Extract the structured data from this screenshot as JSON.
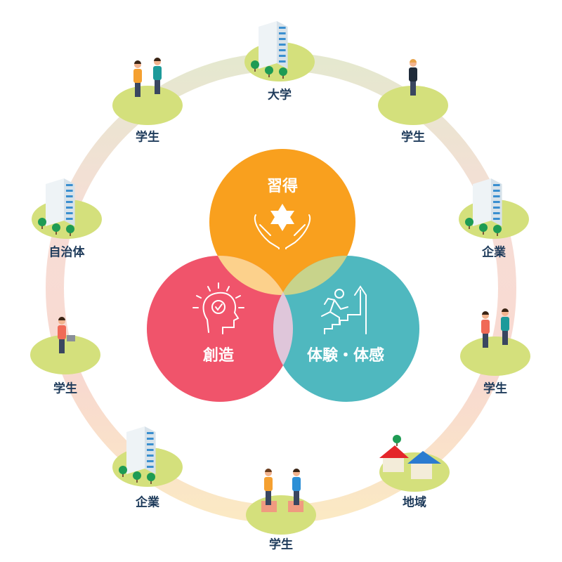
{
  "center": {
    "circles": [
      {
        "label": "習得",
        "color": "#f9a01e",
        "icon": "hands-star-icon"
      },
      {
        "label": "創造",
        "color": "#f0546b",
        "icon": "head-lightbulb-icon"
      },
      {
        "label": "体験・体感",
        "color": "#4fb8bf",
        "icon": "running-stairs-icon"
      }
    ]
  },
  "ring": {
    "nodes": [
      {
        "label": "大学",
        "icon": "university-building-icon"
      },
      {
        "label": "学生",
        "icon": "student-icon"
      },
      {
        "label": "企業",
        "icon": "office-building-icon"
      },
      {
        "label": "学生",
        "icon": "students-talking-icon"
      },
      {
        "label": "地域",
        "icon": "houses-icon"
      },
      {
        "label": "学生",
        "icon": "students-sitting-icon"
      },
      {
        "label": "企業",
        "icon": "office-building-icon"
      },
      {
        "label": "学生",
        "icon": "student-laptop-icon"
      },
      {
        "label": "自治体",
        "icon": "government-building-icon"
      },
      {
        "label": "学生",
        "icon": "students-talking-icon"
      }
    ]
  },
  "colors": {
    "label": "#1d3a5a",
    "platform": "#d4e07c"
  }
}
